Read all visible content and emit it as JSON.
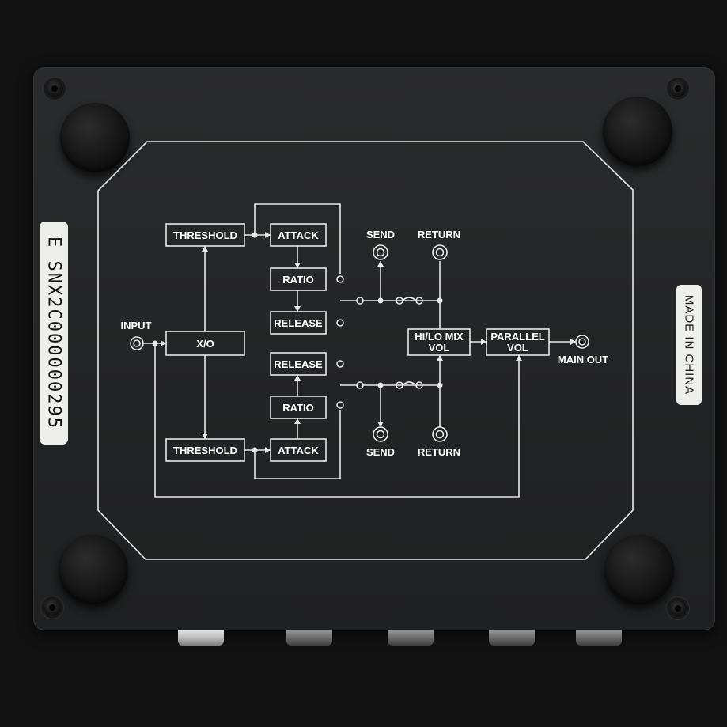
{
  "labels": {
    "serial": "E  SNX2C000000295",
    "made_in": "MADE IN CHINA"
  },
  "diagram": {
    "input": "INPUT",
    "xo": "X/O",
    "threshold_top": "THRESHOLD",
    "attack_top": "ATTACK",
    "ratio_top": "RATIO",
    "release_top": "RELEASE",
    "release_bottom": "RELEASE",
    "ratio_bottom": "RATIO",
    "threshold_bottom": "THRESHOLD",
    "attack_bottom": "ATTACK",
    "send_top": "SEND",
    "return_top": "RETURN",
    "send_bottom": "SEND",
    "return_bottom": "RETURN",
    "hilo_line1": "HI/LO MIX",
    "hilo_line2": "VOL",
    "parallel_line1": "PARALLEL",
    "parallel_line2": "VOL",
    "main_out": "MAIN OUT"
  },
  "colors": {
    "enclosure": "#252627",
    "silkscreen": "#ffffff",
    "background": "#121212",
    "sticker": "#eeeeea"
  }
}
